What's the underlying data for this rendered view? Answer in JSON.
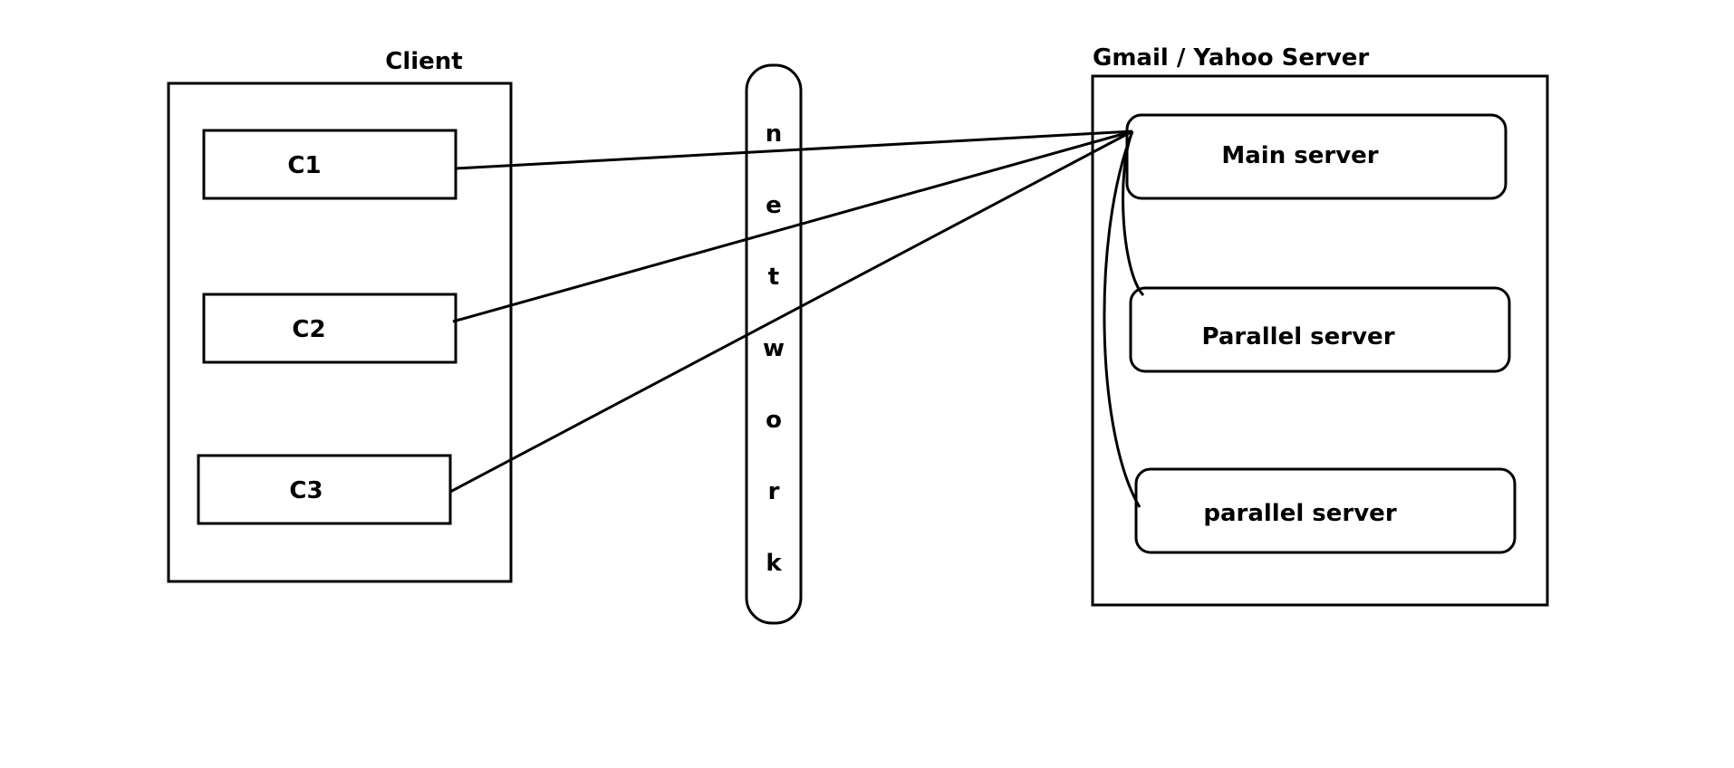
{
  "client": {
    "title": "Client",
    "nodes": [
      {
        "label": "C1"
      },
      {
        "label": "C2"
      },
      {
        "label": "C3"
      }
    ]
  },
  "network": {
    "letters": [
      "n",
      "e",
      "t",
      "w",
      "o",
      "r",
      "k"
    ]
  },
  "server": {
    "title": "Gmail / Yahoo Server",
    "nodes": [
      {
        "label": "Main server"
      },
      {
        "label": "Parallel server"
      },
      {
        "label": "parallel server"
      }
    ]
  },
  "colors": {
    "stroke": "#000000",
    "background": "#ffffff"
  }
}
